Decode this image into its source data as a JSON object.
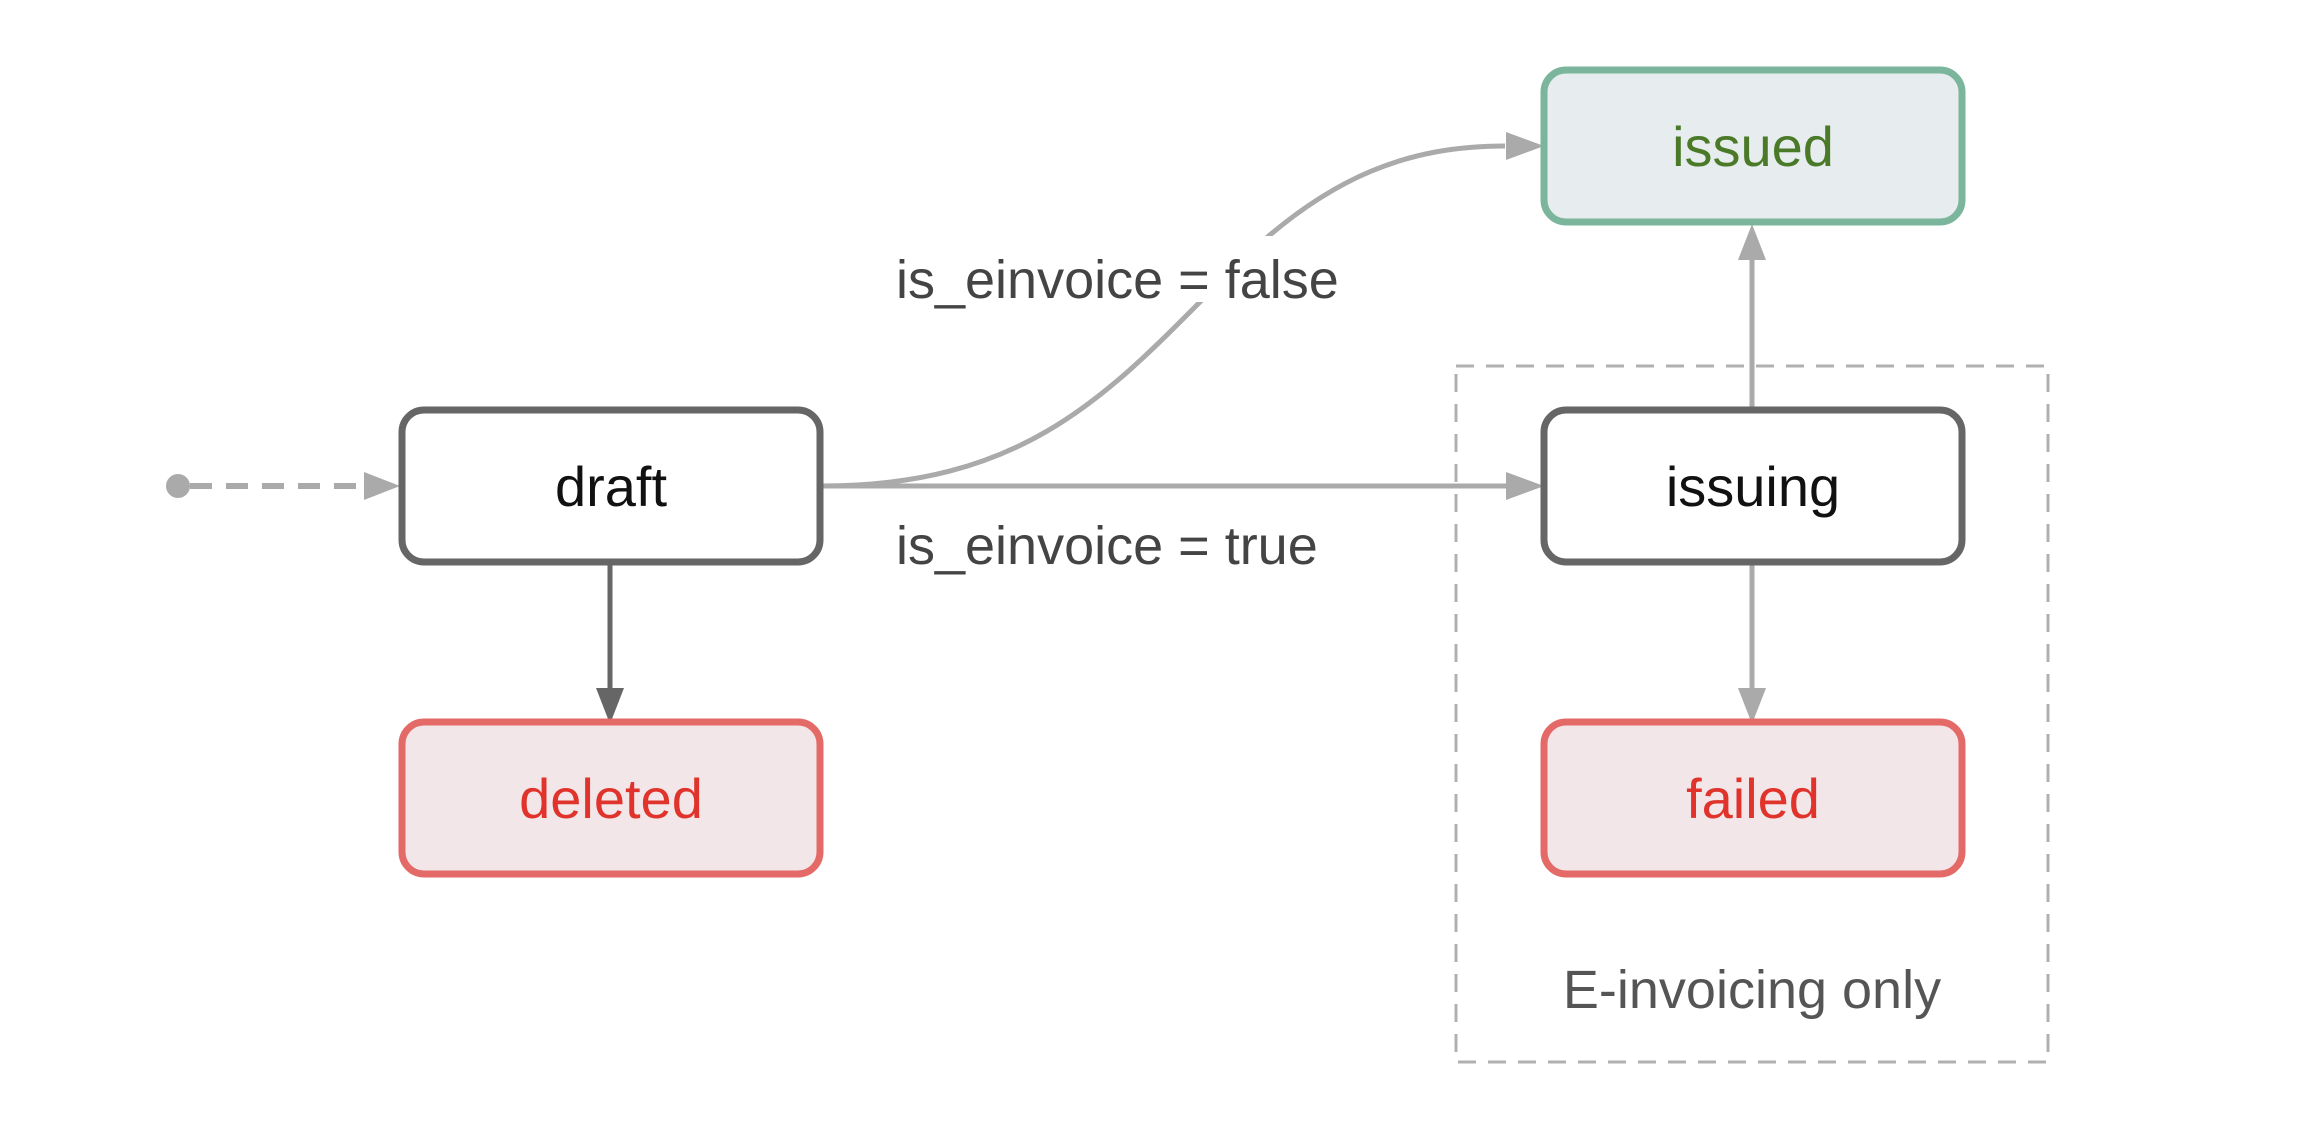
{
  "states": {
    "draft": {
      "label": "draft"
    },
    "deleted": {
      "label": "deleted"
    },
    "issued": {
      "label": "issued"
    },
    "issuing": {
      "label": "issuing"
    },
    "failed": {
      "label": "failed"
    }
  },
  "transitions": {
    "draft_to_issued": {
      "label": "is_einvoice = false"
    },
    "draft_to_issuing": {
      "label": "is_einvoice = true"
    }
  },
  "group": {
    "label": "E-invoicing only"
  },
  "colors": {
    "neutral_stroke": "#666666",
    "edge_gray": "#aaaaaa",
    "success_stroke": "#7bb69c",
    "success_fill": "#e7ecee",
    "success_text": "#4a7a28",
    "error_stroke": "#e46a68",
    "error_fill": "#f2e6e9",
    "error_text": "#e0332c"
  }
}
